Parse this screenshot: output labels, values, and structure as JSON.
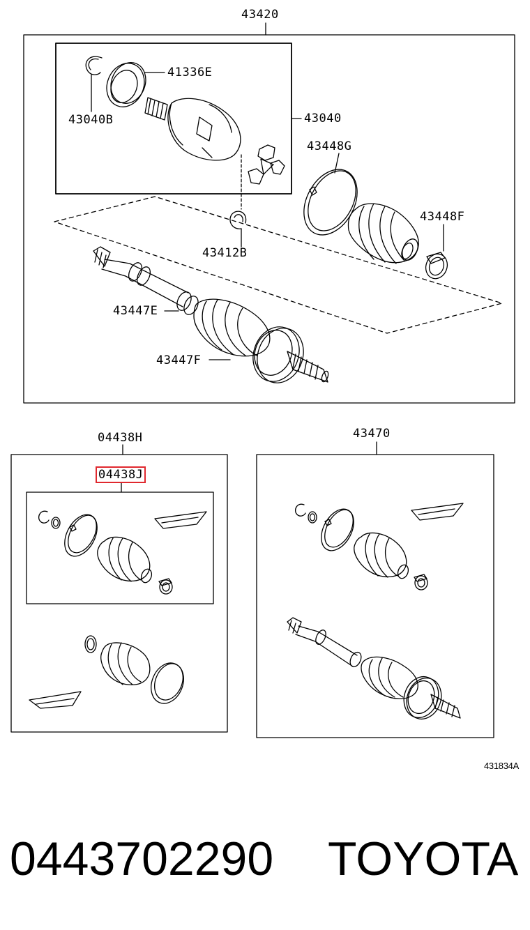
{
  "labels": {
    "assy_top": "43420",
    "seal_41336e": "41336E",
    "snap_43040b": "43040B",
    "joint_43040": "43040",
    "clamp_43448g": "43448G",
    "clamp_43448f": "43448F",
    "ring_43412b": "43412B",
    "clamp_43447e": "43447E",
    "clamp_43447f": "43447F",
    "kit_04438h": "04438H",
    "kit_04438j": "04438J",
    "assy_43470": "43470"
  },
  "diagram_code": "431834A",
  "footer": {
    "part_number": "0443702290",
    "brand": "TOYOTA"
  },
  "colors": {
    "line": "#000000",
    "highlight": "#e0282e"
  }
}
